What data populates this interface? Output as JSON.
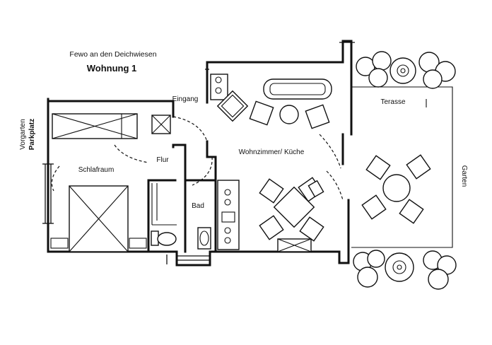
{
  "header": {
    "subtitle": "Fewo an den Deichwiesen",
    "title": "Wohnung 1"
  },
  "rooms": {
    "eingang": "Eingang",
    "flur": "Flur",
    "schlafraum": "Schlafraum",
    "bad": "Bad",
    "wohnzimmer": "Wohnzimmer/ Küche",
    "terasse": "Terasse"
  },
  "outside": {
    "vorgarten": "Vorgarten",
    "parkplatz": "Parkplatz",
    "garten": "Garten"
  },
  "icons": {
    "bed": "double-bed-icon",
    "wardrobe": "wardrobe-icon",
    "sofa": "sofa-icon",
    "dining_set": "dining-table-icon",
    "patio_set": "patio-table-icon",
    "flowers": "flower-icon"
  },
  "colors": {
    "ink": "#111111",
    "paper": "#ffffff"
  }
}
